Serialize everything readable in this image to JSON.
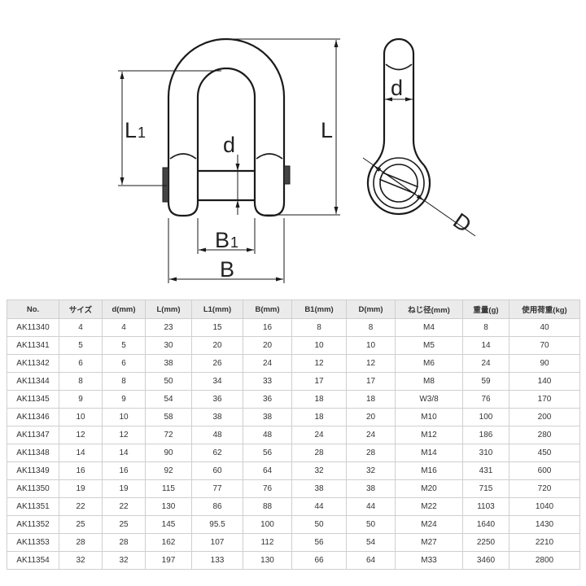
{
  "drawing": {
    "front_view": {
      "label_L1": {
        "main": "L",
        "sub": "1"
      },
      "label_L": "L",
      "label_d": "d",
      "label_B1": {
        "main": "B",
        "sub": "1"
      },
      "label_B": "B"
    },
    "side_view": {
      "label_d": "d",
      "label_D": "D"
    }
  },
  "table": {
    "headers": [
      "No.",
      "サイズ",
      "d(mm)",
      "L(mm)",
      "L1(mm)",
      "B(mm)",
      "B1(mm)",
      "D(mm)",
      "ねじ径(mm)",
      "重量(g)",
      "使用荷重(kg)"
    ],
    "rows": [
      [
        "AK11340",
        "4",
        "4",
        "23",
        "15",
        "16",
        "8",
        "8",
        "M4",
        "8",
        "40"
      ],
      [
        "AK11341",
        "5",
        "5",
        "30",
        "20",
        "20",
        "10",
        "10",
        "M5",
        "14",
        "70"
      ],
      [
        "AK11342",
        "6",
        "6",
        "38",
        "26",
        "24",
        "12",
        "12",
        "M6",
        "24",
        "90"
      ],
      [
        "AK11344",
        "8",
        "8",
        "50",
        "34",
        "33",
        "17",
        "17",
        "M8",
        "59",
        "140"
      ],
      [
        "AK11345",
        "9",
        "9",
        "54",
        "36",
        "36",
        "18",
        "18",
        "W3/8",
        "76",
        "170"
      ],
      [
        "AK11346",
        "10",
        "10",
        "58",
        "38",
        "38",
        "18",
        "20",
        "M10",
        "100",
        "200"
      ],
      [
        "AK11347",
        "12",
        "12",
        "72",
        "48",
        "48",
        "24",
        "24",
        "M12",
        "186",
        "280"
      ],
      [
        "AK11348",
        "14",
        "14",
        "90",
        "62",
        "56",
        "28",
        "28",
        "M14",
        "310",
        "450"
      ],
      [
        "AK11349",
        "16",
        "16",
        "92",
        "60",
        "64",
        "32",
        "32",
        "M16",
        "431",
        "600"
      ],
      [
        "AK11350",
        "19",
        "19",
        "115",
        "77",
        "76",
        "38",
        "38",
        "M20",
        "715",
        "720"
      ],
      [
        "AK11351",
        "22",
        "22",
        "130",
        "86",
        "88",
        "44",
        "44",
        "M22",
        "1103",
        "1040"
      ],
      [
        "AK11352",
        "25",
        "25",
        "145",
        "95.5",
        "100",
        "50",
        "50",
        "M24",
        "1640",
        "1430"
      ],
      [
        "AK11353",
        "28",
        "28",
        "162",
        "107",
        "112",
        "56",
        "54",
        "M27",
        "2250",
        "2210"
      ],
      [
        "AK11354",
        "32",
        "32",
        "197",
        "133",
        "130",
        "66",
        "64",
        "M33",
        "3460",
        "2800"
      ]
    ]
  },
  "colors": {
    "header_background": "#ebebeb",
    "grid_line": "#cfcfcf",
    "text": "#333333",
    "drawing_line": "#1a1a1a"
  }
}
